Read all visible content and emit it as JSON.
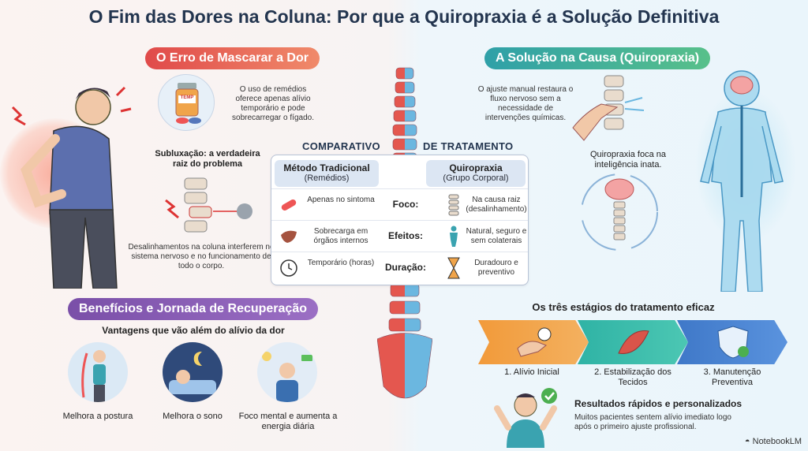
{
  "title": "O Fim das Dores na Coluna: Por que a Quiropraxia é a Solução Definitiva",
  "left_section": {
    "pill": "O Erro de Mascarar a Dor",
    "pill_label": "TEMP",
    "meds_text": "O uso de remédios oferece apenas alívio temporário e pode sobrecarregar o fígado.",
    "subluxation_title": "Subluxação: a verdadeira raiz do problema",
    "nerve_text": "Desalinhamentos na coluna interferem no sistema nervoso e no funcionamento de todo o corpo."
  },
  "right_section": {
    "pill": "A Solução na Causa (Quiropraxia)",
    "adjust_text": "O ajuste manual restaura o fluxo nervoso sem a necessidade de intervenções químicas.",
    "innate_text": "Quiropraxia foca na inteligência inata."
  },
  "comparison": {
    "title_left": "COMPARATIVO",
    "title_right": "DE TRATAMENTO",
    "col_left_title": "Método Tradicional",
    "col_left_sub": "(Remédios)",
    "col_right_title": "Quiropraxia",
    "col_right_sub": "(Grupo Corporal)",
    "rows": [
      {
        "label": "Foco:",
        "left": "Apenas no sintoma",
        "right": "Na causa raiz (desalinhamento)"
      },
      {
        "label": "Efeitos:",
        "left": "Sobrecarga em órgãos internos",
        "right": "Natural, seguro e sem colaterais"
      },
      {
        "label": "Duração:",
        "left": "Temporário (horas)",
        "right": "Duradouro e preventivo"
      }
    ]
  },
  "benefits": {
    "pill": "Benefícios e Jornada de Recuperação",
    "subtitle": "Vantagens que vão além do alívio da dor",
    "items": [
      {
        "label": "Melhora a postura"
      },
      {
        "label": "Melhora o sono"
      },
      {
        "label": "Foco mental e aumenta a energia diária"
      }
    ]
  },
  "stages": {
    "title": "Os três estágios do tratamento eficaz",
    "items": [
      {
        "label": "1. Alívio Inicial"
      },
      {
        "label": "2. Estabilização dos Tecidos"
      },
      {
        "label": "3. Manutenção Preventiva"
      }
    ],
    "results_title": "Resultados rápidos e personalizados",
    "results_text": "Muitos pacientes sentem alívio imediato logo após o primeiro ajuste profissional."
  },
  "brand": "NotebookLM",
  "colors": {
    "red": "#e04a4a",
    "teal": "#2fa0a8",
    "purple": "#7a4fa8",
    "stage1": "#f29a3a",
    "stage2": "#2fb3a5",
    "stage3": "#3f78c8"
  }
}
